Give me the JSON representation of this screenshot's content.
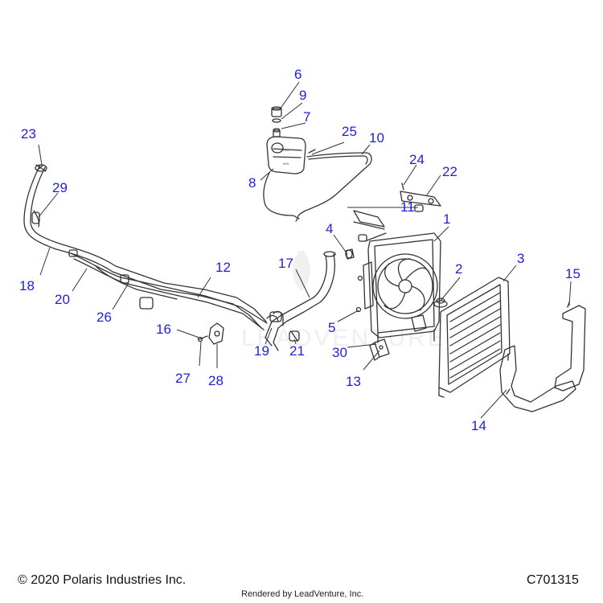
{
  "callouts": [
    "1",
    "2",
    "3",
    "4",
    "5",
    "6",
    "7",
    "8",
    "9",
    "10",
    "11",
    "12",
    "13",
    "14",
    "15",
    "16",
    "17",
    "18",
    "19",
    "20",
    "21",
    "22",
    "23",
    "24",
    "25",
    "26",
    "27",
    "28",
    "29",
    "30"
  ],
  "footer": {
    "copyright": "© 2020 Polaris Industries Inc.",
    "rendered_by": "Rendered by LeadVenture, Inc.",
    "drawing_id": "C701315"
  },
  "watermark": "LEADVENTURE",
  "colors": {
    "callout": "#1f1fd6",
    "line": "#333333",
    "watermark": "#e4e4e4"
  }
}
